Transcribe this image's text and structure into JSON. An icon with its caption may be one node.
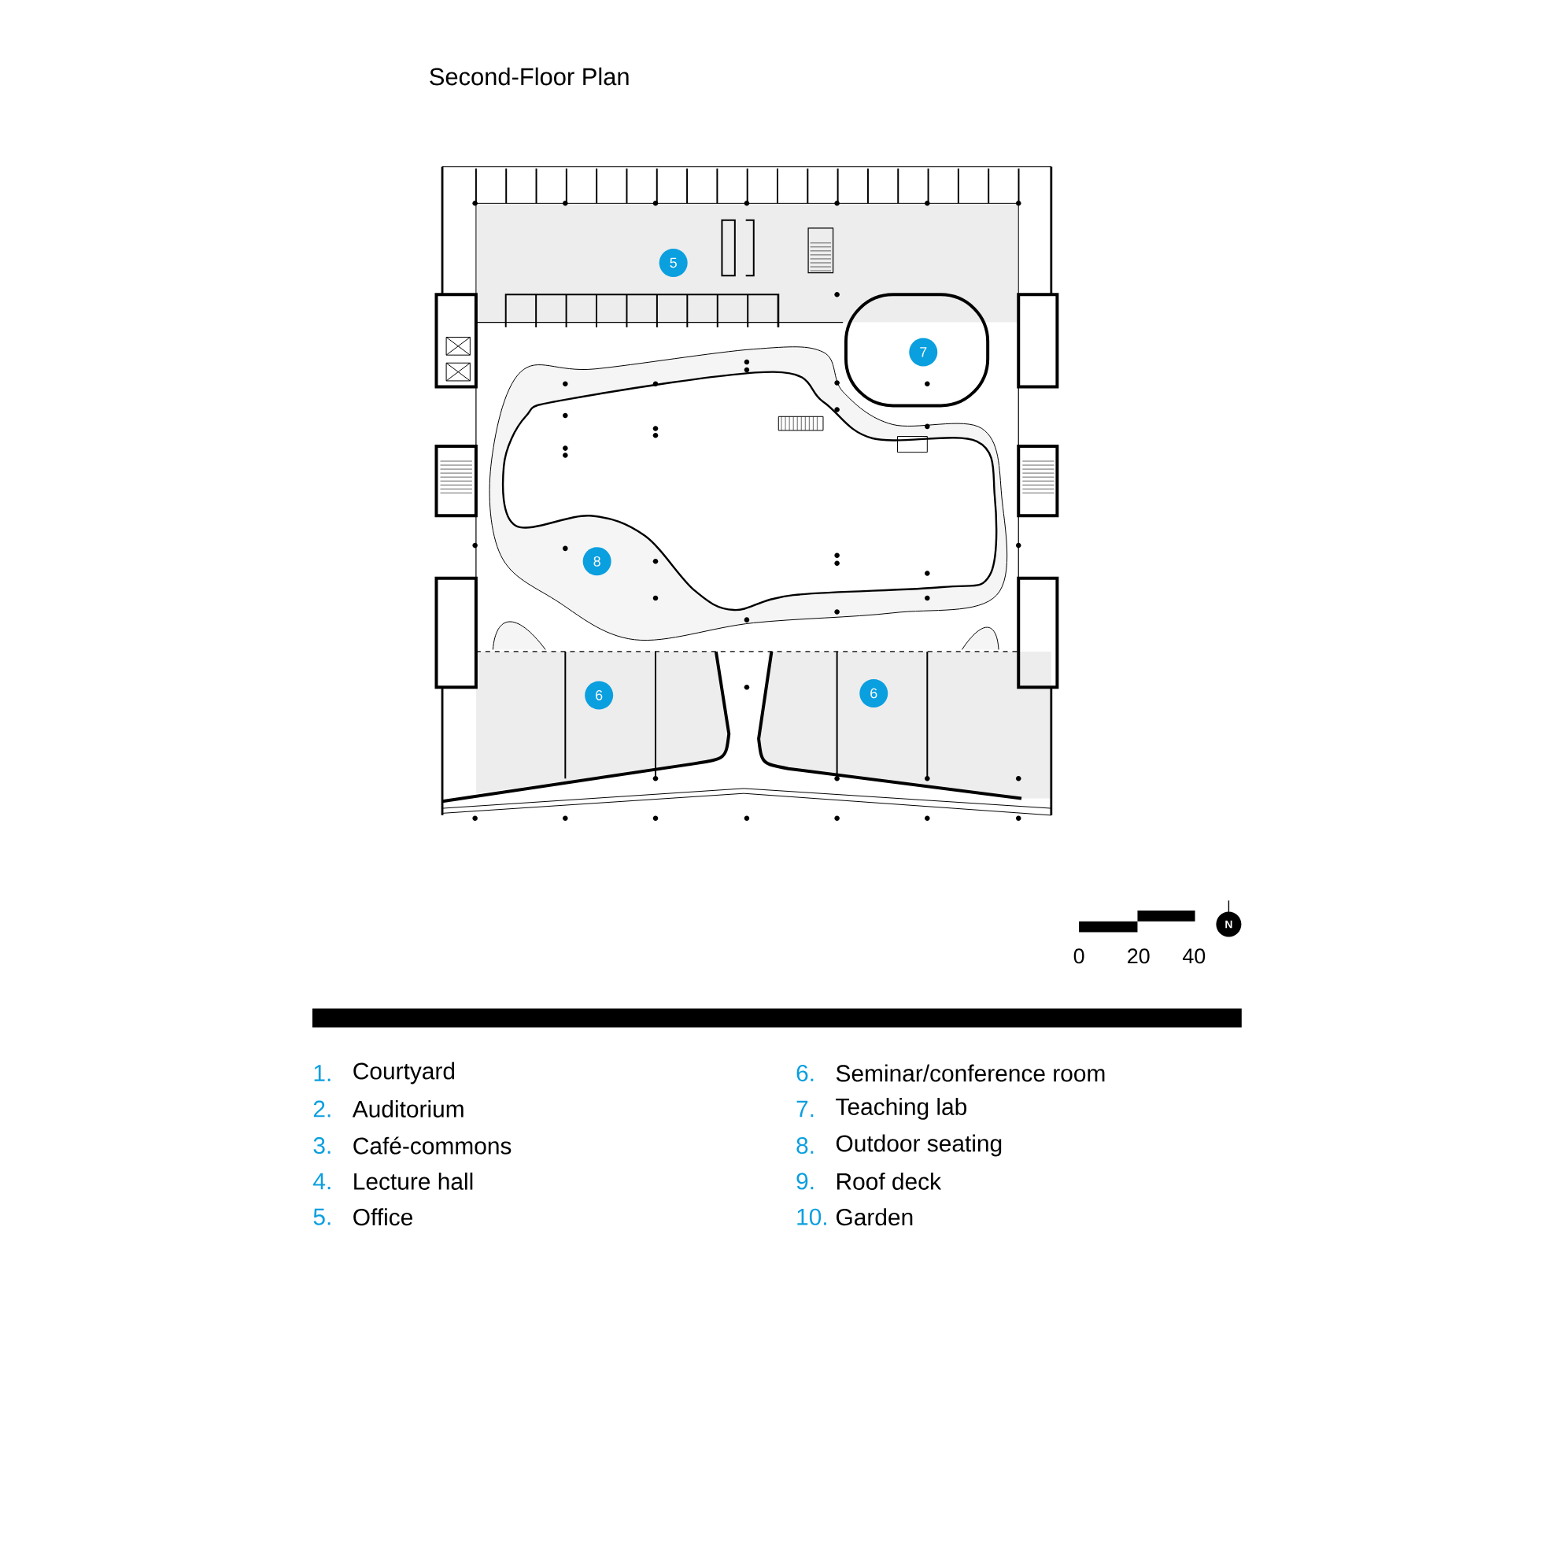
{
  "diagram": {
    "title": "Second-Floor Plan",
    "labels": [
      "5",
      "7",
      "8",
      "6",
      "6",
      "0",
      "20",
      "40",
      "N",
      "1.",
      "Courtyard",
      "2.",
      "Auditorium",
      "3.",
      "Café-commons",
      "4.",
      "Lecture hall",
      "5.",
      "Office",
      "6.",
      "Seminar/conference room",
      "7.",
      "Teaching lab",
      "8.",
      "Outdoor seating",
      "9.",
      "Roof deck",
      "10.",
      "Garden"
    ]
  }
}
